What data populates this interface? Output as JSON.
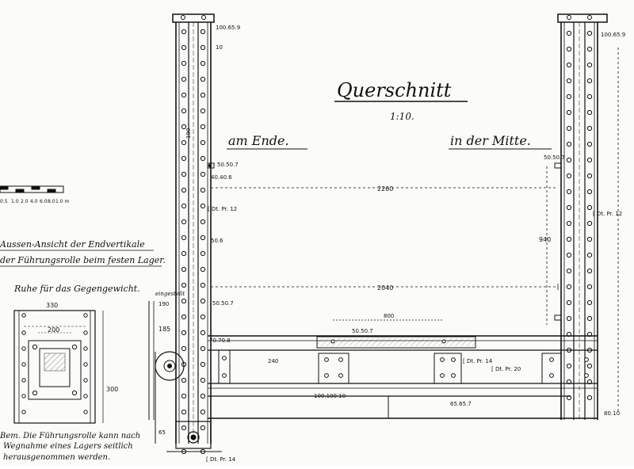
{
  "drawing": {
    "title": "Querschnitt",
    "scale": "1:10.",
    "label_end": "am Ende.",
    "label_middle": "in der Mitte.",
    "side_title_line1": "Aussen-Ansicht der Endvertikale",
    "side_title_line2": "der Führungsrolle beim festen Lager.",
    "detail_caption": "Ruhe für das Gegengewicht.",
    "note_line1": "Bem. Die Führungsrolle kann nach",
    "note_line2": "Wegnahme eines Lagers seitlich",
    "note_line3": "herausgenommen werden.",
    "bracket_label": "eingestellt"
  },
  "dimensions": {
    "width_top": "2260",
    "width_mid": "2040",
    "height_right": "940",
    "deck_span": "800",
    "post_spacing": "190",
    "detail_width": "330",
    "detail_inner": "200",
    "detail_height": "300",
    "deck_depth": "240",
    "side_height": "185",
    "side_top": "190",
    "roller_dim": "65"
  },
  "profiles": {
    "top_left": "100.65.9",
    "top_right": "100.65.9",
    "plate_left": "10",
    "bracket_left_1": "50.50.7",
    "bracket_left_2": "40.40.6",
    "bracket_right": "50.50.7",
    "channel_left": "[ Dt. Pr. 12",
    "channel_right": "[ Dt. Pr. 12",
    "angle_left": "50.6",
    "angle_mid": "50.50.7",
    "stringer_right": "[ Dt. Pr. 20",
    "stringer_mid": "[ Dt. Pr. 14",
    "bottom_angle": "100.100.10",
    "bottom_flat": "65.65.7",
    "corner_right": "80.10",
    "foot_left": "[ Dt. Pr. 14",
    "left_small_1": "70.70.8",
    "left_small_2": "50.50.7"
  },
  "scale_bar": {
    "labels": [
      "0.5",
      "1.0",
      "2.0",
      "4.0",
      "6.0",
      "8.0",
      "1.0 m"
    ]
  }
}
